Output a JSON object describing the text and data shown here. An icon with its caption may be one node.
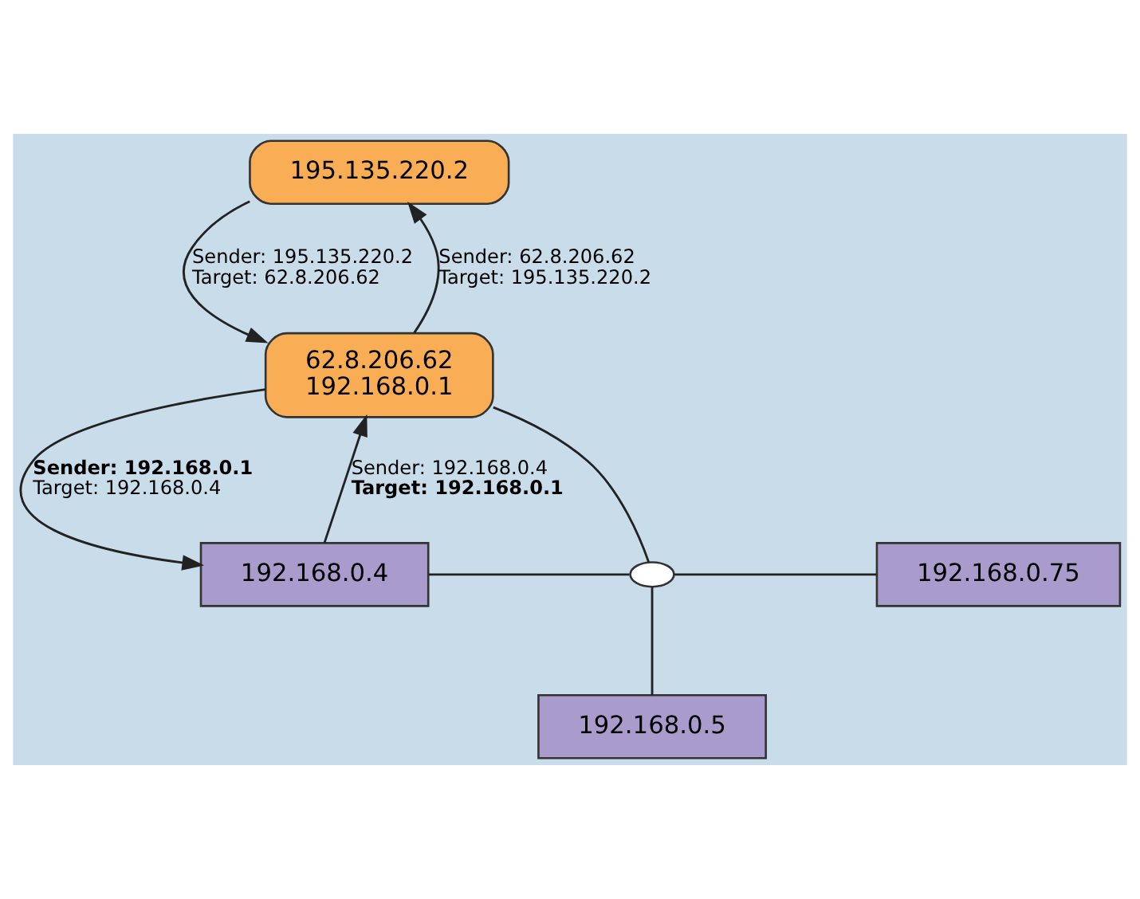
{
  "diagram": {
    "nodes": [
      {
        "text": [
          "195.135.220.2"
        ]
      },
      {
        "text": [
          "62.8.206.62",
          "192.168.0.1"
        ]
      },
      {
        "text": [],
        "shape": "circle"
      },
      {
        "text": [
          "192.168.0.4"
        ]
      },
      {
        "text": [
          "192.168.0.75"
        ]
      },
      {
        "text": [
          "192.168.0.5"
        ]
      }
    ],
    "edges": [
      {
        "from": 1,
        "to": 0,
        "arrow": "to",
        "label": "Sender: 62.8.206.62 Target: 195.135.220.2"
      },
      {
        "from": 0,
        "to": 1,
        "arrow": "to",
        "label": "Sender: 195.135.220.2 Target: 62.8.206.62"
      },
      {
        "from": 1,
        "to": 2,
        "arrow": "none"
      },
      {
        "from": 1,
        "to": 3,
        "arrow": "to",
        "label": "**Sender: 192.168.0.1** Target: 192.168.0.4"
      },
      {
        "from": 3,
        "to": 1,
        "arrow": "to",
        "label": "Sender: 192.168.0.4 **Target: 192.168.0.1**"
      },
      {
        "from": 3,
        "to": 2,
        "arrow": "none"
      },
      {
        "from": 2,
        "to": 4,
        "arrow": "none"
      },
      {
        "from": 2,
        "to": 5,
        "arrow": "none"
      }
    ]
  }
}
